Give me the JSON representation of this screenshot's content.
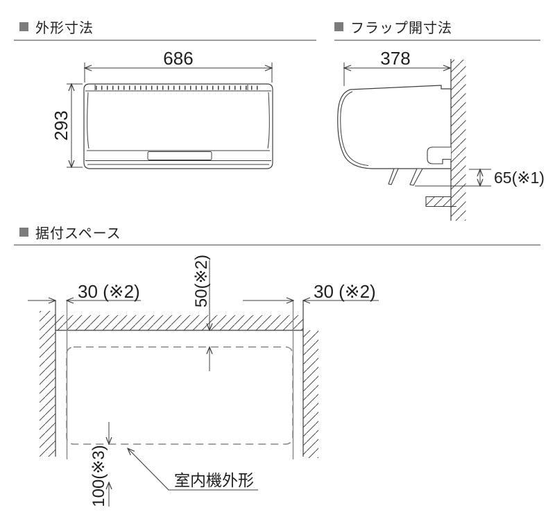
{
  "colors": {
    "line": "#3c3c3c",
    "gray_line": "#878787",
    "heading_square": "#7c7c7c",
    "rule": "#9e9e9e",
    "text": "#1f1f1f"
  },
  "sections": {
    "outline": {
      "title": "外形寸法"
    },
    "flap": {
      "title": "フラップ開寸法"
    },
    "install": {
      "title": "据付スペース"
    }
  },
  "outline_view": {
    "width_mm": "686",
    "height_mm": "293"
  },
  "flap_view": {
    "depth_mm": "378",
    "flap_clearance": "65(※1)"
  },
  "install_view": {
    "top_clearance": "50(※2)",
    "left_clearance": "30 (※2)",
    "right_clearance": "30 (※2)",
    "bottom_clearance": "100(※3)",
    "unit_outline_label": "室内機外形"
  }
}
